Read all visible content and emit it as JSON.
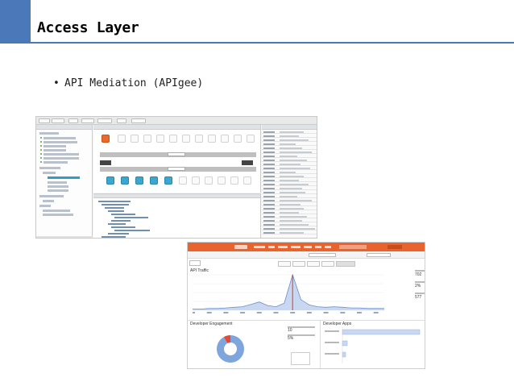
{
  "slide": {
    "title": "Access Layer",
    "bullet": "API Mediation (APIgee)"
  },
  "colors": {
    "accent": "#4a78b8",
    "apigee_orange": "#e8632e",
    "apigee_blue": "#3ba6cf"
  },
  "proxy_editor": {
    "icons": {
      "lock": "lock-icon",
      "cloud": "cloud-icon"
    }
  },
  "analytics_dashboard": {
    "traffic_title": "API Traffic",
    "engagement_title": "Developer Engagement",
    "apps_title": "Developer Apps",
    "traffic_kpis": [
      "702",
      "2%",
      "577"
    ],
    "engagement_kpis": [
      "10",
      "5%"
    ]
  },
  "chart_data": [
    {
      "type": "line",
      "title": "API Traffic",
      "series": [
        {
          "values": [
            2,
            2,
            3,
            3,
            4,
            5,
            6,
            10,
            14,
            8,
            6,
            12,
            60,
            18,
            9,
            6,
            5,
            6,
            5,
            4,
            4,
            3,
            3,
            3
          ]
        }
      ],
      "grid": true
    },
    {
      "type": "pie",
      "title": "Developer Engagement",
      "values": [
        92,
        8
      ]
    },
    {
      "type": "bar",
      "title": "Developer Apps",
      "values": [
        95,
        6,
        4
      ]
    }
  ]
}
